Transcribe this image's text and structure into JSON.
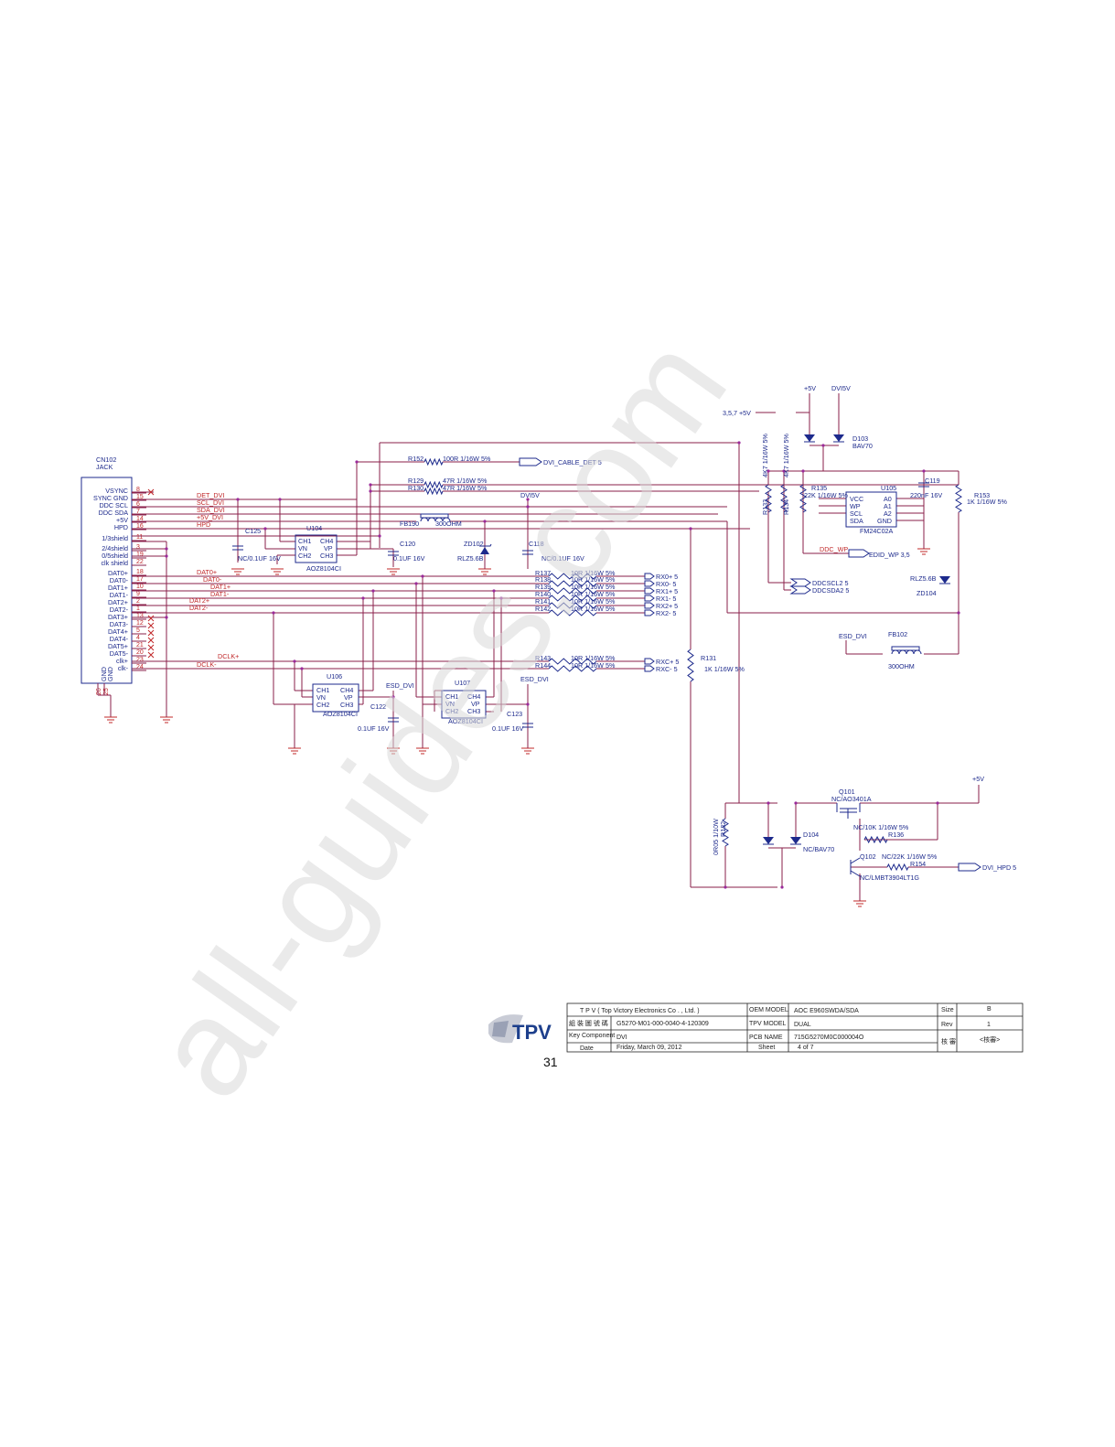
{
  "watermark": "all-guides.com",
  "page_number": "31",
  "connector": {
    "ref": "CN102",
    "type": "JACK",
    "pins": [
      {
        "name": "VSYNC",
        "num": "8"
      },
      {
        "name": "SYNC GND",
        "num": "15"
      },
      {
        "name": "DDC SCL",
        "num": "6"
      },
      {
        "name": "DDC SDA",
        "num": "7"
      },
      {
        "name": "+5V",
        "num": "14"
      },
      {
        "name": "HPD",
        "num": "16"
      },
      {
        "name": "1/3shield",
        "num": "11"
      },
      {
        "name": "2/4shield",
        "num": "3"
      },
      {
        "name": "0/5shield",
        "num": "19"
      },
      {
        "name": "clk shield",
        "num": "22"
      },
      {
        "name": "DAT0+",
        "num": "18"
      },
      {
        "name": "DAT0-",
        "num": "17"
      },
      {
        "name": "DAT1+",
        "num": "10"
      },
      {
        "name": "DAT1-",
        "num": "9"
      },
      {
        "name": "DAT2+",
        "num": "2"
      },
      {
        "name": "DAT2-",
        "num": "1"
      },
      {
        "name": "DAT3+",
        "num": "13"
      },
      {
        "name": "DAT3-",
        "num": "12"
      },
      {
        "name": "DAT4+",
        "num": "5"
      },
      {
        "name": "DAT4-",
        "num": "4"
      },
      {
        "name": "DAT5+",
        "num": "21"
      },
      {
        "name": "DAT5-",
        "num": "20"
      },
      {
        "name": "clk+",
        "num": "23"
      },
      {
        "name": "clk-",
        "num": "24"
      }
    ],
    "gnd_pins": [
      "GND",
      "GND"
    ],
    "gnd_nums": [
      "26",
      "25"
    ]
  },
  "nets": {
    "det_dvi": "DET_DVI",
    "scl_dvi": "SCL_DVI",
    "sda_dvi": "SDA_DVI",
    "p5v_dvi": "+5V_DVI",
    "hpd": "HPD",
    "dat0p": "DAT0+",
    "dat0n": "DAT0-",
    "dat1p": "DAT1+",
    "dat1n": "DAT1-",
    "dat2p": "DAT2+",
    "dat2n": "DAT2-",
    "dclkp": "DCLK+",
    "dclkn": "DCLK-",
    "dvi5v": "DVI5V",
    "esd_dvi": "ESD_DVI",
    "ddc_wp": "DDC_WP",
    "p5v": "+5V",
    "dvi5v_top": "DVI5V",
    "p5v_right": "+5V"
  },
  "offpage": {
    "cable_det": "DVI_CABLE_DET  5",
    "edid_wp": "EDID_WP  3,5",
    "ddcscl2": "DDCSCL2  5",
    "ddcsda2": "DDCSDA2  5",
    "rx0p": "RX0+  5",
    "rx0n": "RX0-  5",
    "rx1p": "RX1+  5",
    "rx1n": "RX1-  5",
    "rx2p": "RX2+  5",
    "rx2n": "RX2-  5",
    "rxcp": "RXC+  5",
    "rxcn": "RXC-  5",
    "dvi_hpd": "DVI_HPD  5",
    "p5v_in": "3,5,7  +5V"
  },
  "parts": {
    "r152": {
      "ref": "R152",
      "val": "100R 1/16W 5%"
    },
    "r129": {
      "ref": "R129",
      "val": "47R 1/16W 5%"
    },
    "r130": {
      "ref": "R130",
      "val": "47R 1/16W 5%"
    },
    "fb190": {
      "ref": "FB190",
      "val": "300OHM"
    },
    "c125": {
      "ref": "C125",
      "val": "NC/0.1UF 16V"
    },
    "c120": {
      "ref": "C120",
      "val": "0.1UF 16V"
    },
    "zd102": {
      "ref": "ZD102",
      "val": "RLZ5.6B"
    },
    "c118": {
      "ref": "C118",
      "val": "NC/0.1UF 16V"
    },
    "u104": {
      "ref": "U104",
      "val": "AOZ8104CI"
    },
    "u106": {
      "ref": "U106",
      "val": "AOZ8104CI"
    },
    "u107": {
      "ref": "U107",
      "val": "AOZ8104CI"
    },
    "c122": {
      "ref": "C122",
      "val": "0.1UF 16V"
    },
    "c123": {
      "ref": "C123",
      "val": "0.1UF 16V"
    },
    "r137": {
      "ref": "R137",
      "val": "10R 1/16W 5%"
    },
    "r138": {
      "ref": "R138",
      "val": "10R 1/16W 5%"
    },
    "r139": {
      "ref": "R139",
      "val": "10R 1/16W 5%"
    },
    "r140": {
      "ref": "R140",
      "val": "10R 1/16W 5%"
    },
    "r141": {
      "ref": "R141",
      "val": "10R 1/16W 5%"
    },
    "r142": {
      "ref": "R142",
      "val": "10R 1/16W 5%"
    },
    "r143": {
      "ref": "R143",
      "val": "10R 1/16W 5%"
    },
    "r144": {
      "ref": "R144",
      "val": "10R 1/16W 5%"
    },
    "r131": {
      "ref": "R131",
      "val": "1K 1/16W 5%"
    },
    "r133": {
      "ref": "R133",
      "val": "4K7 1/16W 5%"
    },
    "r134": {
      "ref": "R134",
      "val": "4K7 1/16W 5%"
    },
    "r135": {
      "ref": "R135",
      "val": "22K 1/16W 5%"
    },
    "u105": {
      "ref": "U105",
      "val": "FM24C02A"
    },
    "c119": {
      "ref": "C119",
      "val": "220nF 16V"
    },
    "r153": {
      "ref": "R153",
      "val": "1K 1/16W 5%"
    },
    "d103": {
      "ref": "D103",
      "val": "BAV70"
    },
    "zd104": {
      "ref": "ZD104",
      "val": "RLZ5.6B"
    },
    "fb102": {
      "ref": "FB102",
      "val": "300OHM"
    },
    "q101": {
      "ref": "Q101",
      "val": "NC/AO3401A"
    },
    "r136": {
      "ref": "R136",
      "val": "NC/10K 1/16W 5%"
    },
    "d104": {
      "ref": "D104",
      "val": "NC/BAV70"
    },
    "q102": {
      "ref": "Q102",
      "val": "NC/LMBT3904LT1G"
    },
    "r154": {
      "ref": "R154",
      "val": "NC/22K 1/16W 5%"
    },
    "r132": {
      "ref": "R132",
      "val": "0R05 1/10W"
    }
  },
  "ic_pins": {
    "ch1": "CH1",
    "ch2": "CH2",
    "ch3": "CH3",
    "ch4": "CH4",
    "vn": "VN",
    "vp": "VP",
    "vcc": "VCC",
    "wp": "WP",
    "scl": "SCL",
    "sda": "SDA",
    "a0": "A0",
    "a1": "A1",
    "a2": "A2",
    "gnd": "GND"
  },
  "title_block": {
    "company": "T P V  ( Top   Victory   Electronics   Co . ,  Ltd. )",
    "row2_label": "組 裝 圖 號 碼",
    "row2_value": "G5270-M01-000-0040-4-120309",
    "row3_label": "Key Component",
    "row3_value": "DVI",
    "date_label": "Date",
    "date_value": "Friday, March 09, 2012",
    "oem_label": "OEM MODEL",
    "oem_value": "AOC E960SWDA/SDA",
    "tpv_label": "TPV MODEL",
    "tpv_value": "DUAL",
    "pcb_label": "PCB NAME",
    "pcb_value": "715G5270M0C000004O",
    "sheet_label": "Sheet",
    "sheet_value": "4     of        7",
    "size_label": "Size",
    "size_value": "B",
    "rev_label": "Rev",
    "rev_value": "1",
    "check_label": "核 審",
    "check_value": "<核審>",
    "logo": "TPV"
  }
}
